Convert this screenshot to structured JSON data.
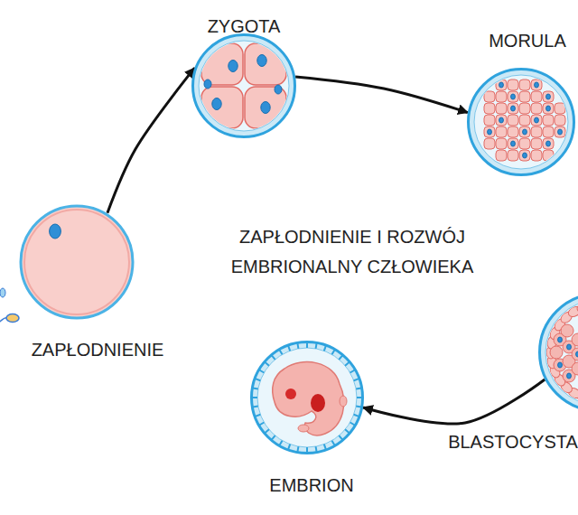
{
  "diagram": {
    "title": "ZAPŁODNIENIE I ROZWÓJ EMBRIONALNY CZŁOWIEKA",
    "nodes": [
      {
        "text": [
          "ZAPŁODNIENIE"
        ]
      },
      {
        "text": [
          "ZYGOTA"
        ]
      },
      {
        "text": [
          "MORULA"
        ]
      },
      {
        "text": [
          "BLASTOCYSTA"
        ]
      },
      {
        "text": [
          "EMBRION"
        ]
      }
    ],
    "edges": [
      {
        "from": 0,
        "to": 1,
        "arrow": "to"
      },
      {
        "from": 1,
        "to": 2,
        "arrow": "to"
      },
      {
        "from": 3,
        "to": 4,
        "arrow": "to"
      }
    ]
  }
}
